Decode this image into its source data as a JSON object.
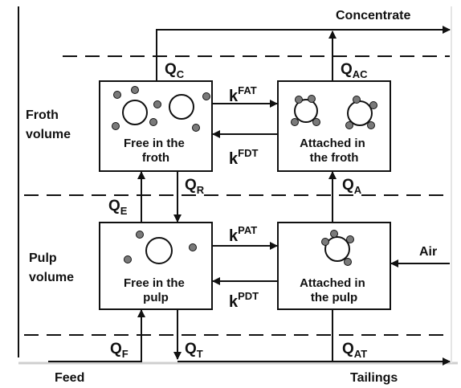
{
  "labels": {
    "concentrate": "Concentrate",
    "feed": "Feed",
    "tailings": "Tailings",
    "air": "Air",
    "froth_volume_1": "Froth",
    "froth_volume_2": "volume",
    "pulp_volume_1": "Pulp",
    "pulp_volume_2": "volume"
  },
  "boxes": {
    "free_froth": {
      "line1": "Free in the",
      "line2": "froth"
    },
    "attached_froth": {
      "line1": "Attached in",
      "line2": "the froth"
    },
    "free_pulp": {
      "line1": "Free in the",
      "line2": "pulp"
    },
    "attached_pulp": {
      "line1": "Attached in",
      "line2": "the pulp"
    }
  },
  "flows": {
    "qc": {
      "base": "Q",
      "sub": "C"
    },
    "qac": {
      "base": "Q",
      "sub": "AC"
    },
    "qr": {
      "base": "Q",
      "sub": "R"
    },
    "qa": {
      "base": "Q",
      "sub": "A"
    },
    "qe": {
      "base": "Q",
      "sub": "E"
    },
    "qf": {
      "base": "Q",
      "sub": "F"
    },
    "qt": {
      "base": "Q",
      "sub": "T"
    },
    "qat": {
      "base": "Q",
      "sub": "AT"
    }
  },
  "rates": {
    "kfat": {
      "base": "k",
      "sup": "FAT"
    },
    "kfdt": {
      "base": "k",
      "sup": "FDT"
    },
    "kpat": {
      "base": "k",
      "sup": "PAT"
    },
    "kpdt": {
      "base": "k",
      "sup": "PDT"
    }
  }
}
